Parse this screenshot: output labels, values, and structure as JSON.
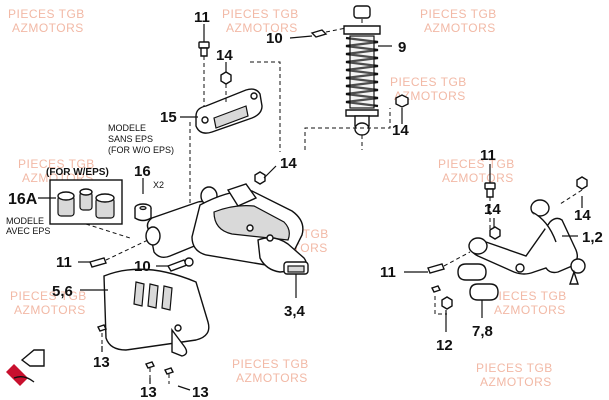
{
  "watermark": {
    "line1": "PIECES TGB",
    "line2": "AZMOTORS"
  },
  "callouts": {
    "p11_top": "11",
    "p10_top": "10",
    "p9": "9",
    "p14_bracket": "14",
    "p14_shock": "14",
    "p15": "15",
    "p14_arm": "14",
    "p16": "16",
    "x2": "X2",
    "p16a": "16A",
    "p11_left": "11",
    "p10_mid": "10",
    "p56": "5,6",
    "p34": "3,4",
    "p13_left": "13",
    "p13_bottom_a": "13",
    "p13_bottom_b": "13",
    "p11_right_top": "11",
    "p14_right_a": "14",
    "p14_right_b": "14",
    "p12_arm": "1,2",
    "p11_right_mid": "11",
    "p12": "12",
    "p78": "7,8"
  },
  "notes": {
    "sans_eps_l1": "MODELE",
    "sans_eps_l2": "SANS EPS",
    "sans_eps_l3": "(FOR W/O EPS)",
    "with_eps": "(FOR W/EPS)",
    "avec_eps_l1": "MODELE",
    "avec_eps_l2": "AVEC EPS"
  }
}
